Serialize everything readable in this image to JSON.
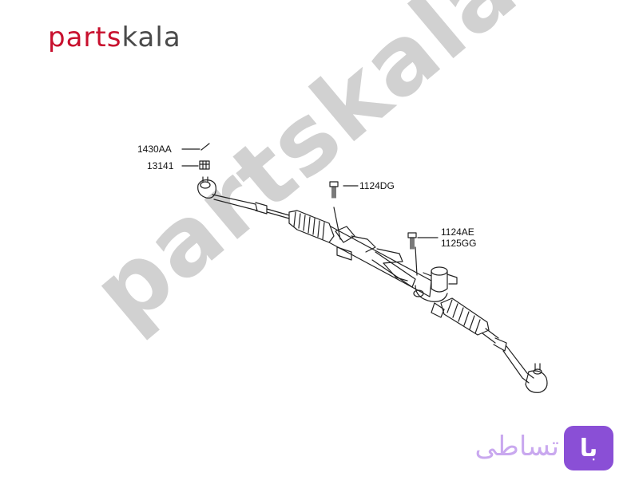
{
  "brand": {
    "part1": "parts",
    "part2": "kala",
    "accent_color": "#c8102e",
    "text_color": "#4a4a4a"
  },
  "watermark": {
    "text": "partskala.ir"
  },
  "parts": {
    "p1": "1430AA",
    "p2": "13141",
    "p3": "1124DG",
    "p4": "1124AE",
    "p5": "1125GG"
  },
  "footer": {
    "badge_text": "با",
    "logo_text": "تساطی",
    "badge_color": "#8a4fd6"
  }
}
